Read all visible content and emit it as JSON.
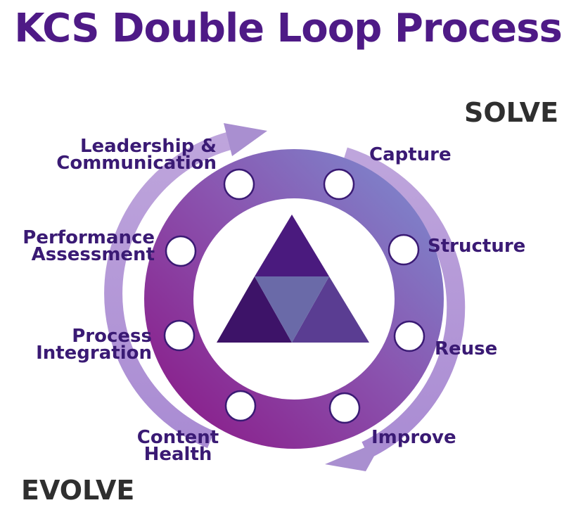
{
  "title": "KCS Double Loop Process",
  "phases": {
    "solve": "SOLVE",
    "evolve": "EVOLVE"
  },
  "solve_loop": [
    "Capture",
    "Structure",
    "Reuse",
    "Improve"
  ],
  "evolve_loop": {
    "content_health": [
      "Content",
      "Health"
    ],
    "process_integration": [
      "Process",
      "Integration"
    ],
    "performance_assessment": [
      "Performance",
      "Assessment"
    ],
    "leadership_communication": [
      "Leadership &",
      "Communication"
    ]
  },
  "colors": {
    "title": "#4e1a86",
    "ring_light": "#7a82c8",
    "ring_dark": "#8a1d8c",
    "arrow": "#a98fd0",
    "triangle_dark": "#3d1368",
    "triangle_mid": "#5a3d92",
    "triangle_center": "#6a6aa8"
  }
}
